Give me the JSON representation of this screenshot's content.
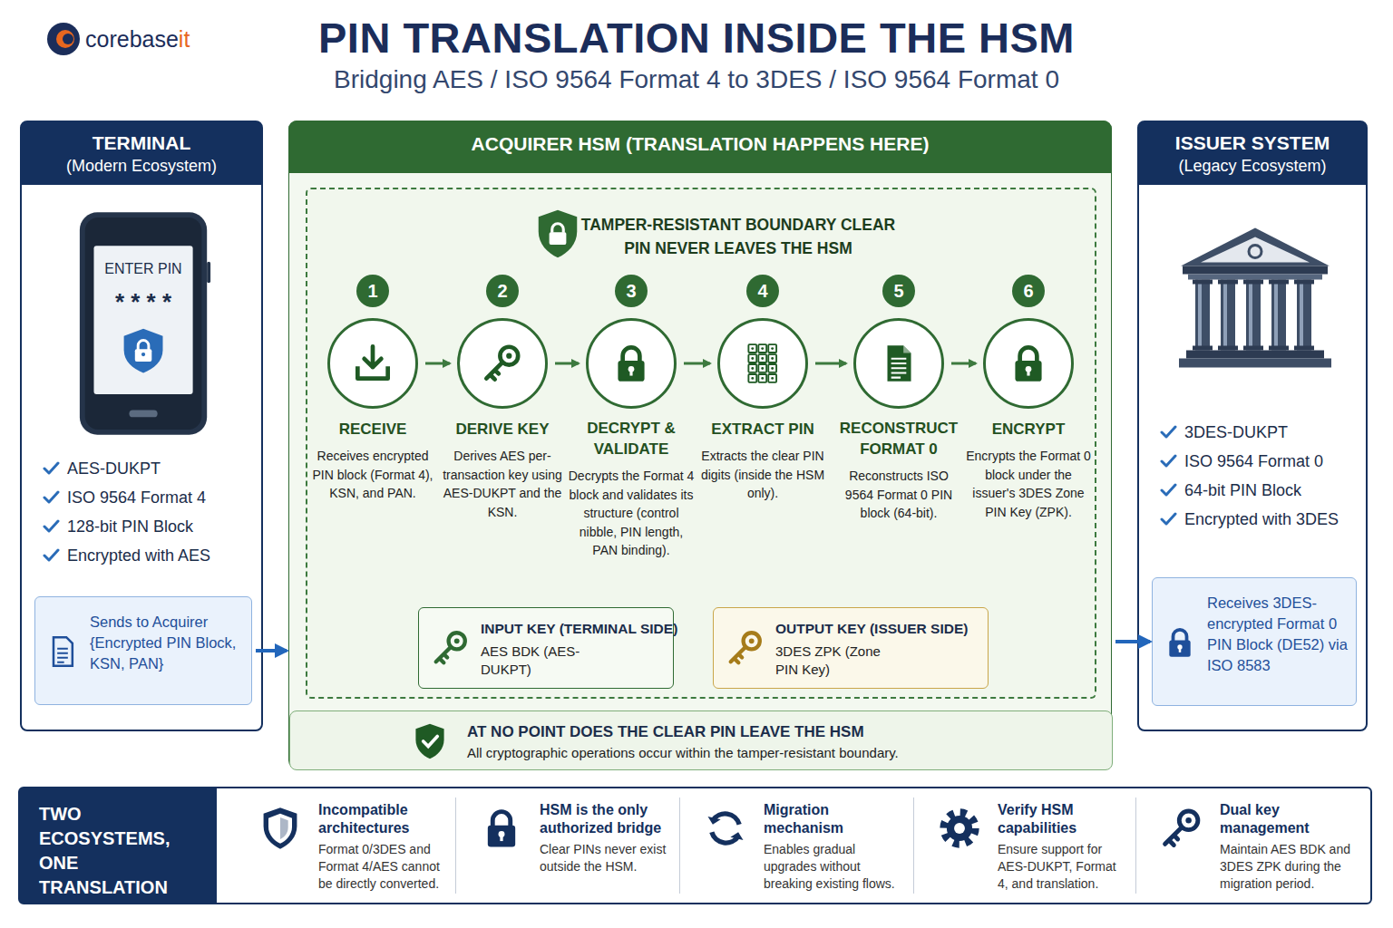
{
  "diagram": {
    "title": "PIN TRANSLATION INSIDE THE HSM",
    "nodes": [
      {
        "text": [
          "TERMINAL",
          "(Modern Ecosystem)",
          "AES-DUKPT",
          "ISO 9564 Format 4",
          "128-bit PIN Block",
          "Encrypted with AES"
        ]
      },
      {
        "text": [
          "Sends to Acquirer {Encrypted PIN Block, KSN, PAN}"
        ],
        "in": 0
      },
      {
        "text": [
          "ACQUIRER HSM (TRANSLATION HAPPENS HERE)"
        ]
      },
      {
        "text": [
          "TAMPER-RESISTANT BOUNDARY CLEAR PIN NEVER LEAVES THE HSM"
        ],
        "in": 2
      },
      {
        "text": [
          "1",
          "RECEIVE",
          "Receives encrypted PIN block (Format 4), KSN, and PAN."
        ],
        "in": 3
      },
      {
        "text": [
          "2",
          "DERIVE KEY",
          "Derives AES per-transaction key using AES-DUKPT and the KSN."
        ],
        "in": 3
      },
      {
        "text": [
          "3",
          "DECRYPT & VALIDATE",
          "Decrypts the Format 4 block and validates its structure (control nibble, PIN length, PAN binding)."
        ],
        "in": 3
      },
      {
        "text": [
          "4",
          "EXTRACT PIN",
          "Extracts the clear PIN digits (inside the HSM only)."
        ],
        "in": 3
      },
      {
        "text": [
          "5",
          "RECONSTRUCT FORMAT 0",
          "Reconstructs ISO 9564 Format 0 PIN block (64-bit)."
        ],
        "in": 3
      },
      {
        "text": [
          "6",
          "ENCRYPT",
          "Encrypts the Format 0 block under the issuer's 3DES Zone PIN Key (ZPK)."
        ],
        "in": 3
      },
      {
        "text": [
          "INPUT KEY (TERMINAL SIDE)",
          "AES BDK (AES-DUKPT)"
        ],
        "in": 3
      },
      {
        "text": [
          "OUTPUT KEY (ISSUER SIDE)",
          "3DES ZPK (Zone PIN Key)"
        ],
        "in": 3
      },
      {
        "text": [
          "AT NO POINT DOES THE CLEAR PIN LEAVE THE HSM",
          "All cryptographic operations occur within the tamper-resistant boundary."
        ],
        "in": 2
      },
      {
        "text": [
          "ISSUER SYSTEM",
          "(Legacy Ecosystem)",
          "3DES-DUKPT",
          "ISO 9564 Format 0",
          "64-bit PIN Block",
          "Encrypted with 3DES"
        ]
      },
      {
        "text": [
          "Receives 3DES-encrypted Format 0 PIN Block (DE52) via ISO 8583"
        ],
        "in": 13
      },
      {
        "text": [
          "TWO ECOSYSTEMS, ONE TRANSLATION POINT"
        ]
      },
      {
        "text": [
          "Incompatible architectures",
          "Format 0/3DES and Format 4/AES cannot be directly converted."
        ],
        "in": 15
      },
      {
        "text": [
          "HSM is the only authorized bridge",
          "Clear PINs never exist outside the HSM."
        ],
        "in": 15
      },
      {
        "text": [
          "Migration mechanism",
          "Enables gradual upgrades without breaking existing flows."
        ],
        "in": 15
      },
      {
        "text": [
          "Verify HSM capabilities",
          "Ensure support for AES-DUKPT, Format 4, and translation."
        ],
        "in": 15
      },
      {
        "text": [
          "Dual key management",
          "Maintain AES BDK and 3DES ZPK during the migration period."
        ],
        "in": 15
      }
    ],
    "edges": [
      {
        "from": 1,
        "to": 2,
        "arrow": "to"
      },
      {
        "from": 2,
        "to": 14,
        "arrow": "to"
      },
      {
        "from": 4,
        "to": 5,
        "arrow": "to"
      },
      {
        "from": 5,
        "to": 6,
        "arrow": "to"
      },
      {
        "from": 6,
        "to": 7,
        "arrow": "to"
      },
      {
        "from": 7,
        "to": 8,
        "arrow": "to"
      },
      {
        "from": 8,
        "to": 9,
        "arrow": "to"
      }
    ],
    "labels": [
      "corebase",
      "it",
      "Bridging AES / ISO 9564 Format 4 to 3DES / ISO 9564 Format 0",
      "ENTER PIN",
      "* * * *"
    ]
  }
}
